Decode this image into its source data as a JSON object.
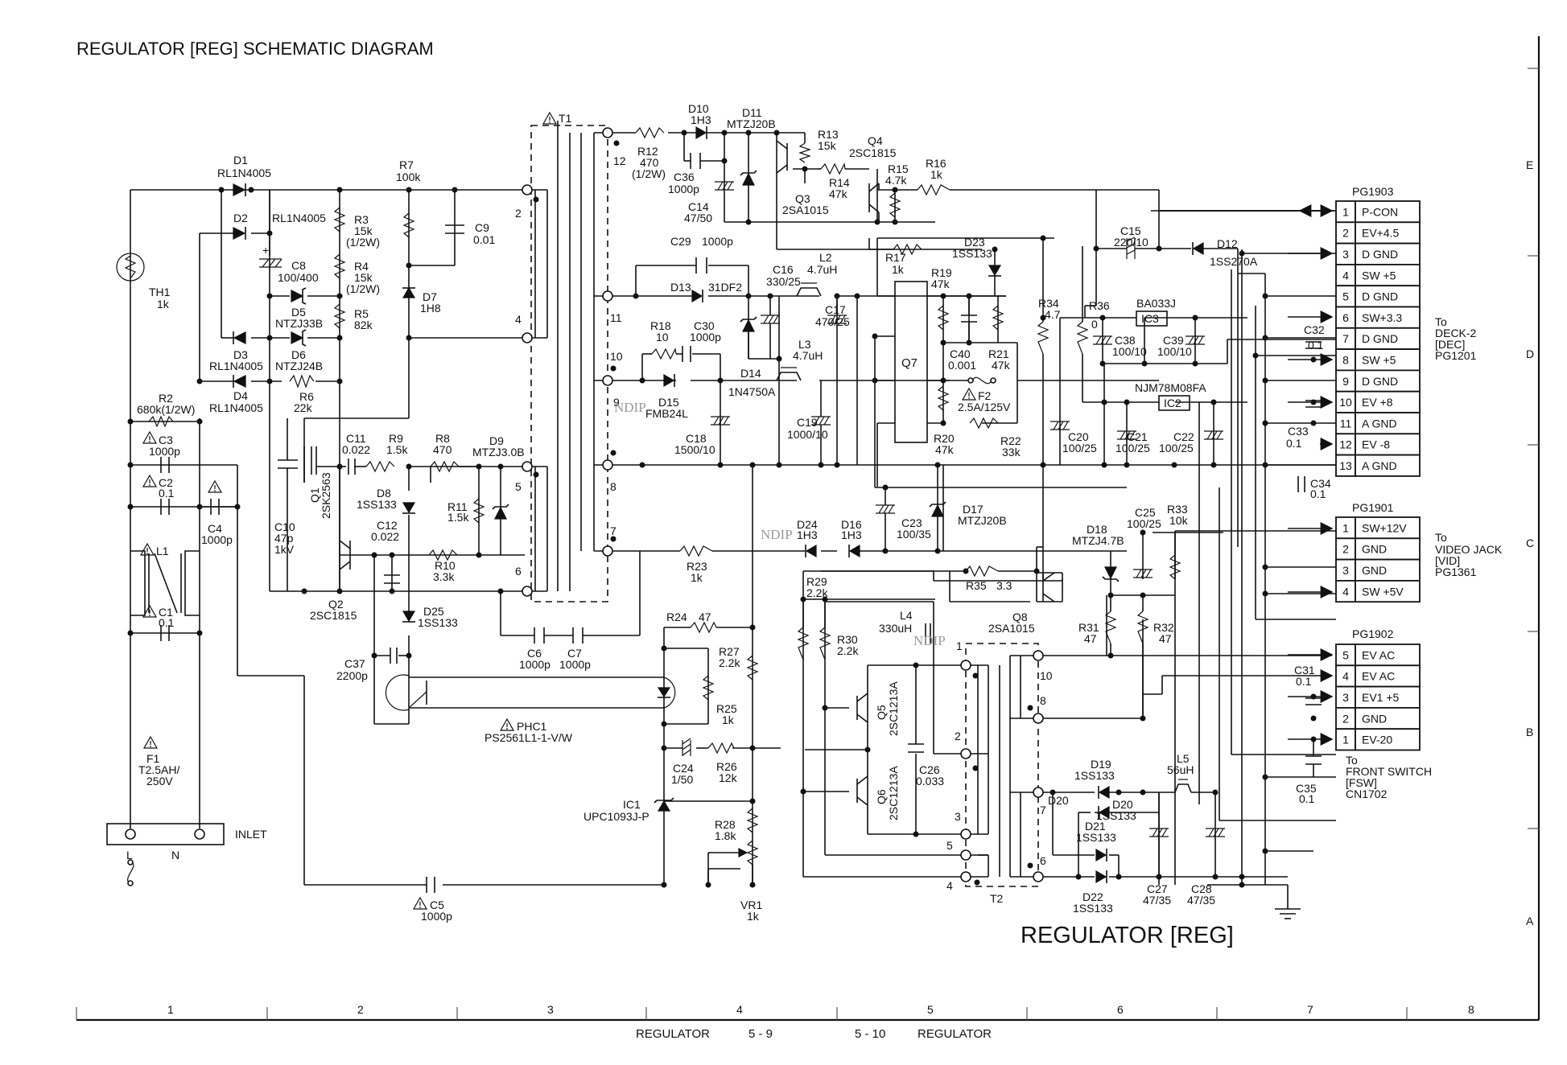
{
  "page": {
    "title": "REGULATOR [REG] SCHEMATIC DIAGRAM",
    "block_title": "REGULATOR [REG]",
    "footer_left": "REGULATOR",
    "footer_left_page": "5 - 9",
    "footer_right_page": "5 - 10",
    "footer_right": "REGULATOR",
    "grid_columns": [
      "1",
      "2",
      "3",
      "4",
      "5",
      "6",
      "7",
      "8"
    ],
    "grid_rows": [
      "E",
      "D",
      "C",
      "B",
      "A"
    ],
    "watermark": "NDIP"
  },
  "components": {
    "D1": {
      "ref": "D1",
      "value": "RL1N4005"
    },
    "D2": {
      "ref": "D2",
      "value": "RL1N4005"
    },
    "D3": {
      "ref": "D3",
      "value": "RL1N4005"
    },
    "D4": {
      "ref": "D4",
      "value": "RL1N4005"
    },
    "D5": {
      "ref": "D5",
      "value": "NTZJ33B"
    },
    "D6": {
      "ref": "D6",
      "value": "NTZJ24B"
    },
    "D7": {
      "ref": "D7",
      "value": "1H8"
    },
    "D8": {
      "ref": "D8",
      "value": "1SS133"
    },
    "D9": {
      "ref": "D9",
      "value": "MTZJ3.0B"
    },
    "D10": {
      "ref": "D10",
      "value": "1H3"
    },
    "D11": {
      "ref": "D11",
      "value": "MTZJ20B"
    },
    "D12": {
      "ref": "D12",
      "value": "1SS270A"
    },
    "D13": {
      "ref": "D13",
      "value": "31DF2"
    },
    "D14": {
      "ref": "D14",
      "value": "1N4750A"
    },
    "D15": {
      "ref": "D15",
      "value": "FMB24L"
    },
    "D16": {
      "ref": "D16",
      "value": "1H3"
    },
    "D17": {
      "ref": "D17",
      "value": "MTZJ20B"
    },
    "D18": {
      "ref": "D18",
      "value": "MTZJ4.7B"
    },
    "D19": {
      "ref": "D19",
      "value": "1SS133"
    },
    "D20": {
      "ref": "D20",
      "value": "1SS133"
    },
    "D20b": {
      "ref": "D20",
      "value": ""
    },
    "D21": {
      "ref": "D21",
      "value": "1SS133"
    },
    "D22": {
      "ref": "D22",
      "value": "1SS133"
    },
    "D23": {
      "ref": "D23",
      "value": "1SS133"
    },
    "D24": {
      "ref": "D24",
      "value": "1H3"
    },
    "D25": {
      "ref": "D25",
      "value": "1SS133"
    },
    "TH1": {
      "ref": "TH1",
      "value": "1k"
    },
    "R2": {
      "ref": "R2",
      "value": "680k(1/2W)"
    },
    "R3": {
      "ref": "R3",
      "value": "15k",
      "note": "(1/2W)"
    },
    "R4": {
      "ref": "R4",
      "value": "15k",
      "note": "(1/2W)"
    },
    "R5": {
      "ref": "R5",
      "value": "82k"
    },
    "R6": {
      "ref": "R6",
      "value": "22k"
    },
    "R7": {
      "ref": "R7",
      "value": "100k"
    },
    "R8": {
      "ref": "R8",
      "value": "470"
    },
    "R9": {
      "ref": "R9",
      "value": "1.5k"
    },
    "R10": {
      "ref": "R10",
      "value": "3.3k"
    },
    "R11": {
      "ref": "R11",
      "value": "1.5k"
    },
    "R12": {
      "ref": "R12",
      "value": "470",
      "note": "(1/2W)"
    },
    "R13": {
      "ref": "R13",
      "value": "15k"
    },
    "R14": {
      "ref": "R14",
      "value": "47k"
    },
    "R15": {
      "ref": "R15",
      "value": "4.7k"
    },
    "R16": {
      "ref": "R16",
      "value": "1k"
    },
    "R17": {
      "ref": "R17",
      "value": "1k"
    },
    "R18": {
      "ref": "R18",
      "value": "10"
    },
    "R19": {
      "ref": "R19",
      "value": "47k"
    },
    "R20": {
      "ref": "R20",
      "value": "47k"
    },
    "R21": {
      "ref": "R21",
      "value": "47k"
    },
    "R22": {
      "ref": "R22",
      "value": "33k"
    },
    "R23": {
      "ref": "R23",
      "value": "1k"
    },
    "R24": {
      "ref": "R24",
      "value": "47"
    },
    "R25": {
      "ref": "R25",
      "value": "1k"
    },
    "R26": {
      "ref": "R26",
      "value": "12k"
    },
    "R27": {
      "ref": "R27",
      "value": "2.2k"
    },
    "R28": {
      "ref": "R28",
      "value": "1.8k"
    },
    "R29": {
      "ref": "R29",
      "value": "2.2k"
    },
    "R30": {
      "ref": "R30",
      "value": "2.2k"
    },
    "R31": {
      "ref": "R31",
      "value": "47"
    },
    "R32": {
      "ref": "R32",
      "value": "47"
    },
    "R33": {
      "ref": "R33",
      "value": "10k"
    },
    "R34": {
      "ref": "R34",
      "value": "4.7"
    },
    "R35": {
      "ref": "R35",
      "value": "3.3"
    },
    "R36": {
      "ref": "R36",
      "value": "0"
    },
    "VR1": {
      "ref": "VR1",
      "value": "1k"
    },
    "C1": {
      "ref": "C1",
      "value": "0.1",
      "safety": true
    },
    "C2": {
      "ref": "C2",
      "value": "0.1",
      "safety": true
    },
    "C3": {
      "ref": "C3",
      "value": "1000p",
      "safety": true
    },
    "C4": {
      "ref": "C4",
      "value": "1000p",
      "safety": true
    },
    "C5": {
      "ref": "C5",
      "value": "1000p",
      "safety": true
    },
    "C6": {
      "ref": "C6",
      "value": "1000p"
    },
    "C7": {
      "ref": "C7",
      "value": "1000p"
    },
    "C8": {
      "ref": "C8",
      "value": "100/400"
    },
    "C9": {
      "ref": "C9",
      "value": "0.01"
    },
    "C10": {
      "ref": "C10",
      "value": "47p",
      "note": "1kV"
    },
    "C11": {
      "ref": "C11",
      "value": "0.022"
    },
    "C12": {
      "ref": "C12",
      "value": "0.022"
    },
    "C14": {
      "ref": "C14",
      "value": "47/50"
    },
    "C15": {
      "ref": "C15",
      "value": "220/10"
    },
    "C16": {
      "ref": "C16",
      "value": "330/25"
    },
    "C17": {
      "ref": "C17",
      "value": "470/25"
    },
    "C18": {
      "ref": "C18",
      "value": "1500/10"
    },
    "C19": {
      "ref": "C19",
      "value": "1000/10"
    },
    "C20": {
      "ref": "C20",
      "value": "100/25"
    },
    "C21": {
      "ref": "C21",
      "value": "100/25"
    },
    "C22": {
      "ref": "C22",
      "value": "100/25"
    },
    "C23": {
      "ref": "C23",
      "value": "100/35"
    },
    "C24": {
      "ref": "C24",
      "value": "1/50"
    },
    "C25": {
      "ref": "C25",
      "value": "100/25"
    },
    "C26": {
      "ref": "C26",
      "value": "0.033"
    },
    "C27": {
      "ref": "C27",
      "value": "47/35"
    },
    "C28": {
      "ref": "C28",
      "value": "47/35"
    },
    "C29": {
      "ref": "C29",
      "value": "1000p"
    },
    "C30": {
      "ref": "C30",
      "value": "1000p"
    },
    "C31": {
      "ref": "C31",
      "value": "0.1"
    },
    "C32": {
      "ref": "C32",
      "value": "0.1"
    },
    "C33": {
      "ref": "C33",
      "value": "0.1"
    },
    "C34": {
      "ref": "C34",
      "value": "0.1"
    },
    "C35": {
      "ref": "C35",
      "value": "0.1"
    },
    "C36": {
      "ref": "C36",
      "value": "1000p"
    },
    "C37": {
      "ref": "C37",
      "value": "2200p"
    },
    "C38": {
      "ref": "C38",
      "value": "100/10"
    },
    "C39": {
      "ref": "C39",
      "value": "100/10"
    },
    "C40": {
      "ref": "C40",
      "value": "0.001"
    },
    "C20b": {
      "ref": "C20",
      "value": "100/25"
    },
    "L1": {
      "ref": "L1",
      "safety": true
    },
    "L2": {
      "ref": "L2",
      "value": "4.7uH"
    },
    "L3": {
      "ref": "L3",
      "value": "4.7uH"
    },
    "L4": {
      "ref": "L4",
      "value": "330uH"
    },
    "L5": {
      "ref": "L5",
      "value": "56uH"
    },
    "Q1": {
      "ref": "Q1",
      "value": "2SK2563"
    },
    "Q2": {
      "ref": "Q2",
      "value": "2SC1815"
    },
    "Q3": {
      "ref": "Q3",
      "value": "2SA1015"
    },
    "Q4": {
      "ref": "Q4",
      "value": "2SC1815"
    },
    "Q5": {
      "ref": "Q5",
      "value": "2SC1213A"
    },
    "Q6": {
      "ref": "Q6",
      "value": "2SC1213A"
    },
    "Q7": {
      "ref": "Q7"
    },
    "Q8": {
      "ref": "Q8",
      "value": "2SA1015"
    },
    "IC1": {
      "ref": "IC1",
      "value": "UPC1093J-P"
    },
    "IC2": {
      "ref": "IC2",
      "value": "NJM78M08FA"
    },
    "IC3": {
      "ref": "IC3",
      "value": "BA033J"
    },
    "PHC1": {
      "ref": "PHC1",
      "value": "PS2561L1-1-V/W",
      "safety": true
    },
    "F1": {
      "ref": "F1",
      "value": "T2.5AH/",
      "note": "250V",
      "safety": true
    },
    "F2": {
      "ref": "F2",
      "value": "2.5A/125V",
      "safety": true
    },
    "T1": {
      "ref": "T1",
      "safety": true,
      "pins": [
        "2",
        "4",
        "5",
        "6",
        "7",
        "8",
        "9",
        "10",
        "11",
        "12"
      ]
    },
    "T2": {
      "ref": "T2",
      "pins": [
        "1",
        "2",
        "3",
        "4",
        "5",
        "6",
        "7",
        "8",
        "10"
      ]
    },
    "INLET": {
      "ref": "INLET",
      "pin_l": "L",
      "pin_n": "N"
    }
  },
  "connectors": {
    "PG1903": {
      "name": "PG1903",
      "dest": [
        "To",
        "DECK-2",
        "[DEC]",
        "PG1201"
      ],
      "pins": [
        {
          "num": "1",
          "signal": "P-CON"
        },
        {
          "num": "2",
          "signal": "EV+4.5"
        },
        {
          "num": "3",
          "signal": "D GND"
        },
        {
          "num": "4",
          "signal": "SW +5"
        },
        {
          "num": "5",
          "signal": "D GND"
        },
        {
          "num": "6",
          "signal": "SW+3.3"
        },
        {
          "num": "7",
          "signal": "D GND"
        },
        {
          "num": "8",
          "signal": "SW +5"
        },
        {
          "num": "9",
          "signal": "D GND"
        },
        {
          "num": "10",
          "signal": "EV +8"
        },
        {
          "num": "11",
          "signal": "A GND"
        },
        {
          "num": "12",
          "signal": "EV -8"
        },
        {
          "num": "13",
          "signal": "A GND"
        }
      ]
    },
    "PG1901": {
      "name": "PG1901",
      "dest": [
        "To",
        "VIDEO JACK",
        "[VID]",
        "PG1361"
      ],
      "pins": [
        {
          "num": "1",
          "signal": "SW+12V"
        },
        {
          "num": "2",
          "signal": "GND"
        },
        {
          "num": "3",
          "signal": "GND"
        },
        {
          "num": "4",
          "signal": "SW +5V"
        }
      ]
    },
    "PG1902": {
      "name": "PG1902",
      "dest": [
        "To",
        "FRONT SWITCH",
        "[FSW]",
        "CN1702"
      ],
      "pins": [
        {
          "num": "5",
          "signal": "EV AC"
        },
        {
          "num": "4",
          "signal": "EV AC"
        },
        {
          "num": "3",
          "signal": "EV1 +5"
        },
        {
          "num": "2",
          "signal": "GND"
        },
        {
          "num": "1",
          "signal": "EV-20"
        }
      ]
    }
  }
}
